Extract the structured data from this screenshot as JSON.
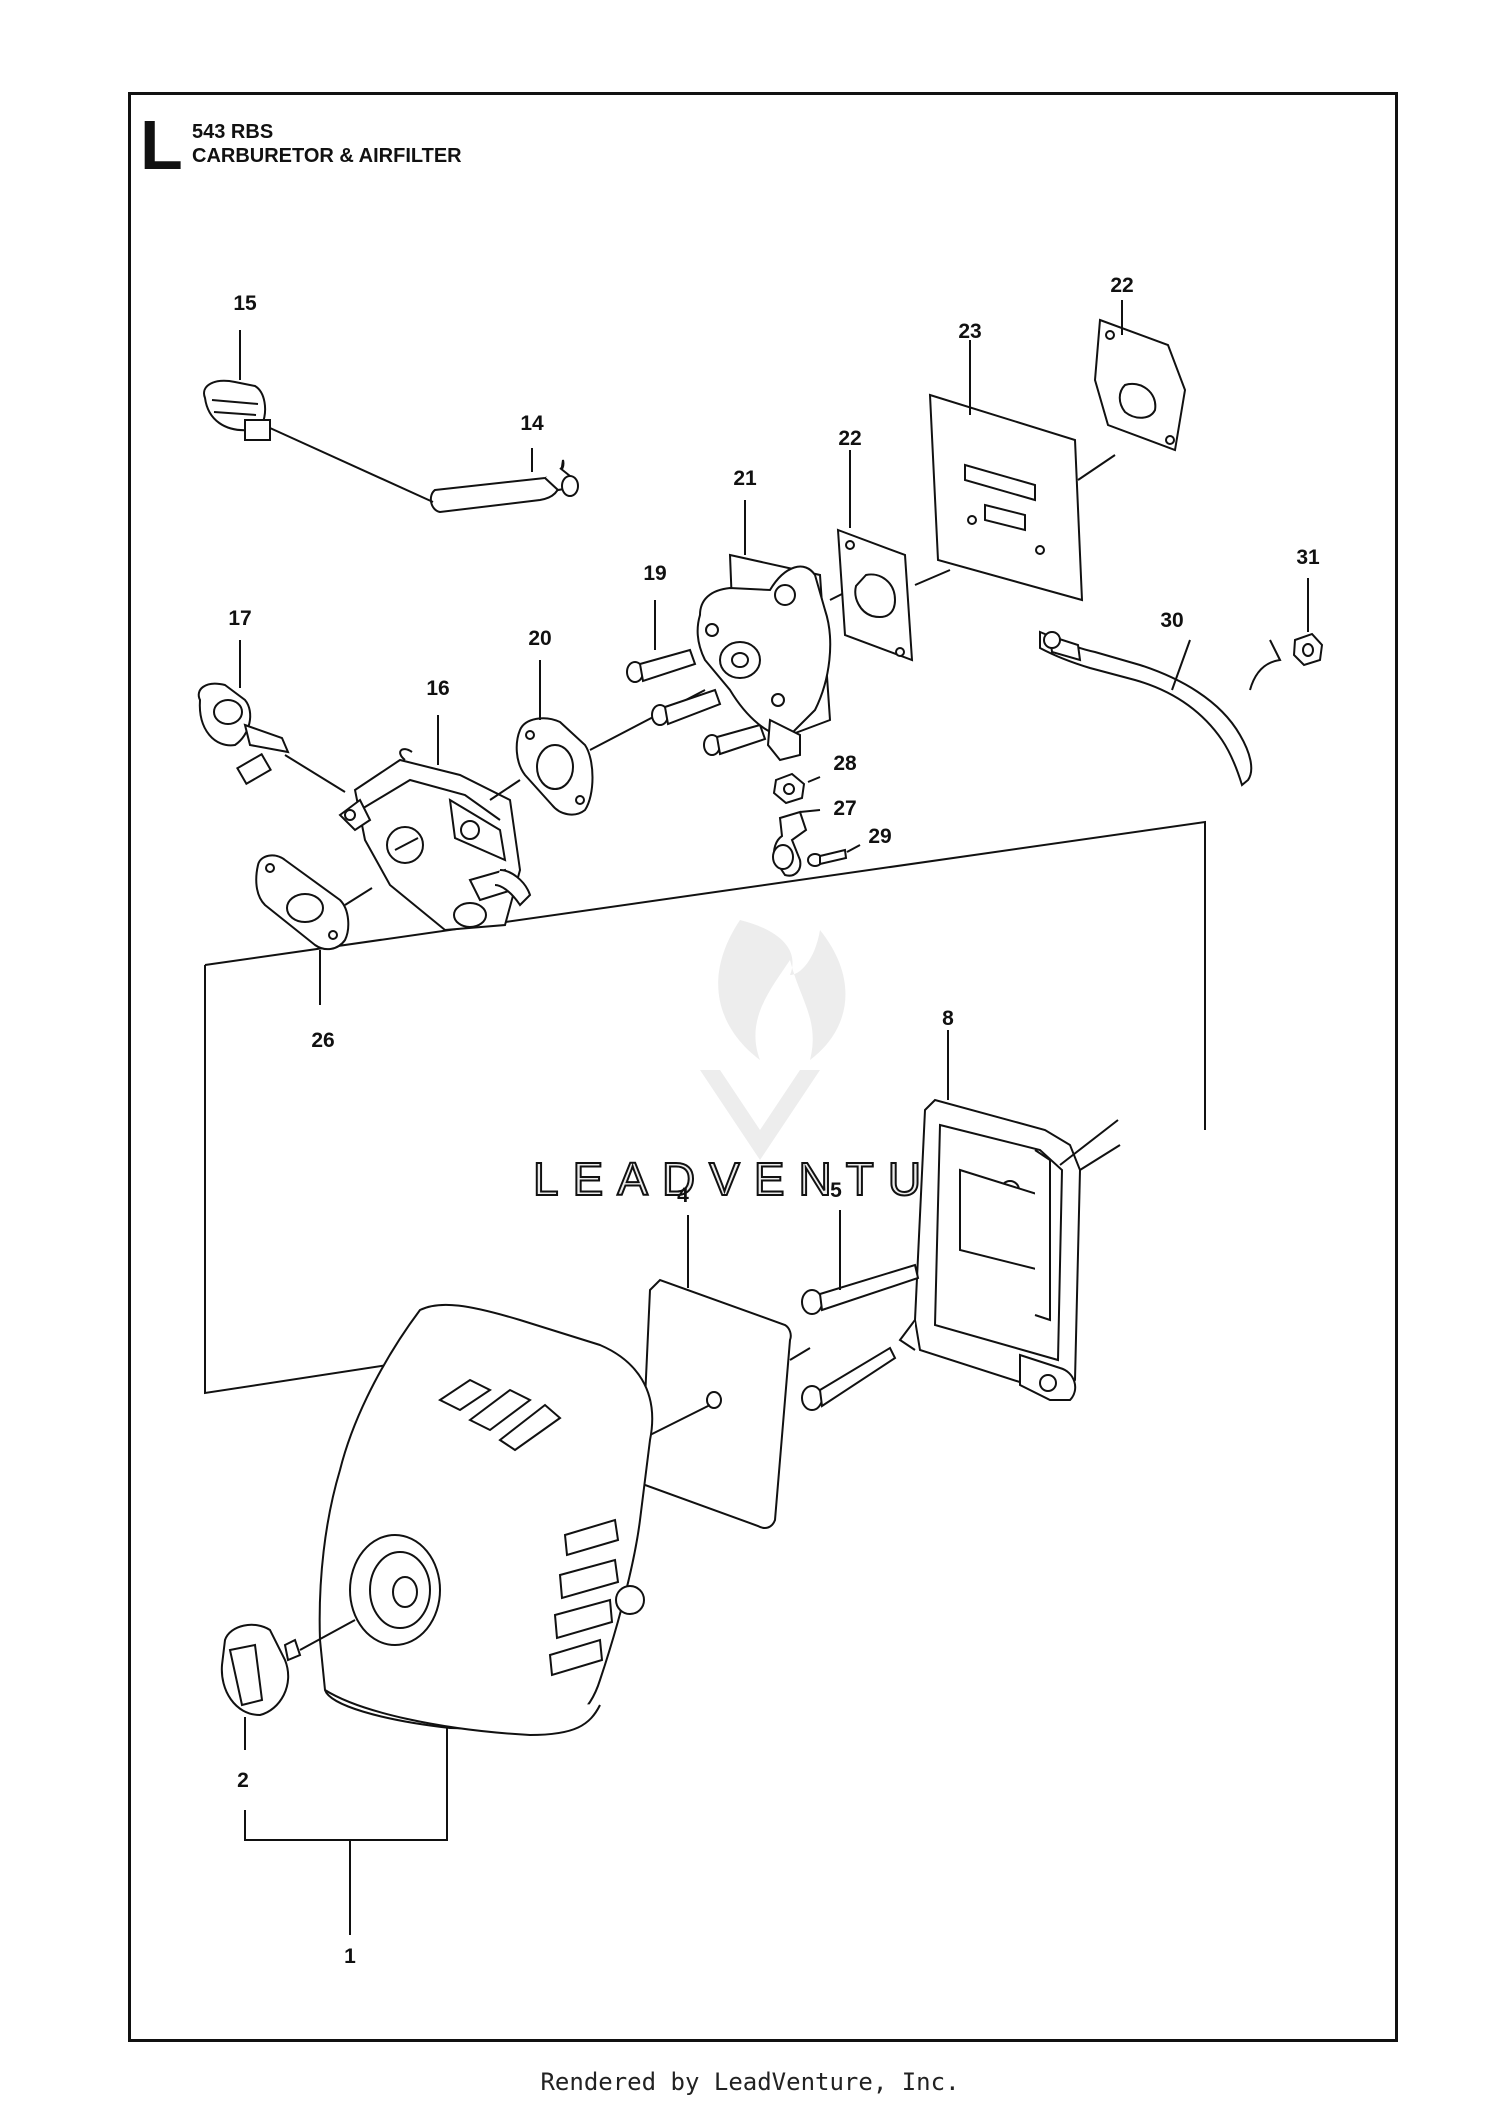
{
  "header": {
    "section_letter": "L",
    "model": "543 RBS",
    "title": "CARBURETOR & AIRFILTER"
  },
  "callouts": {
    "c1": "1",
    "c2": "2",
    "c4": "4",
    "c5": "5",
    "c8": "8",
    "c14": "14",
    "c15": "15",
    "c16": "16",
    "c17": "17",
    "c19": "19",
    "c20": "20",
    "c21": "21",
    "c22a": "22",
    "c22b": "22",
    "c23": "23",
    "c26": "26",
    "c27": "27",
    "c28": "28",
    "c29": "29",
    "c30": "30",
    "c31": "31"
  },
  "watermark": {
    "text": "LEADVENTURE"
  },
  "footer": {
    "text": "Rendered by LeadVenture, Inc."
  }
}
